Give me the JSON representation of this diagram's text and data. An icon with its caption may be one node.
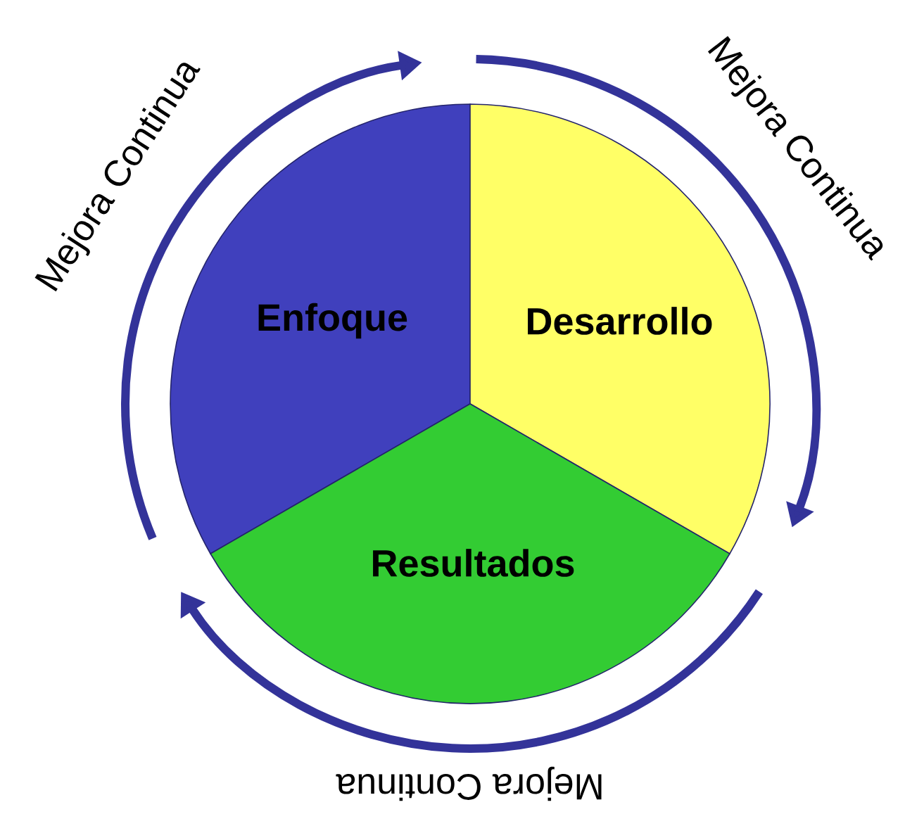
{
  "diagram": {
    "nodes": [
      {
        "text": [
          "Enfoque"
        ]
      },
      {
        "text": [
          "Desarrollo"
        ]
      },
      {
        "text": [
          "Resultados"
        ]
      }
    ],
    "labels": [
      "Mejora Continua",
      "Mejora Continua",
      "Mejora Continua"
    ]
  }
}
